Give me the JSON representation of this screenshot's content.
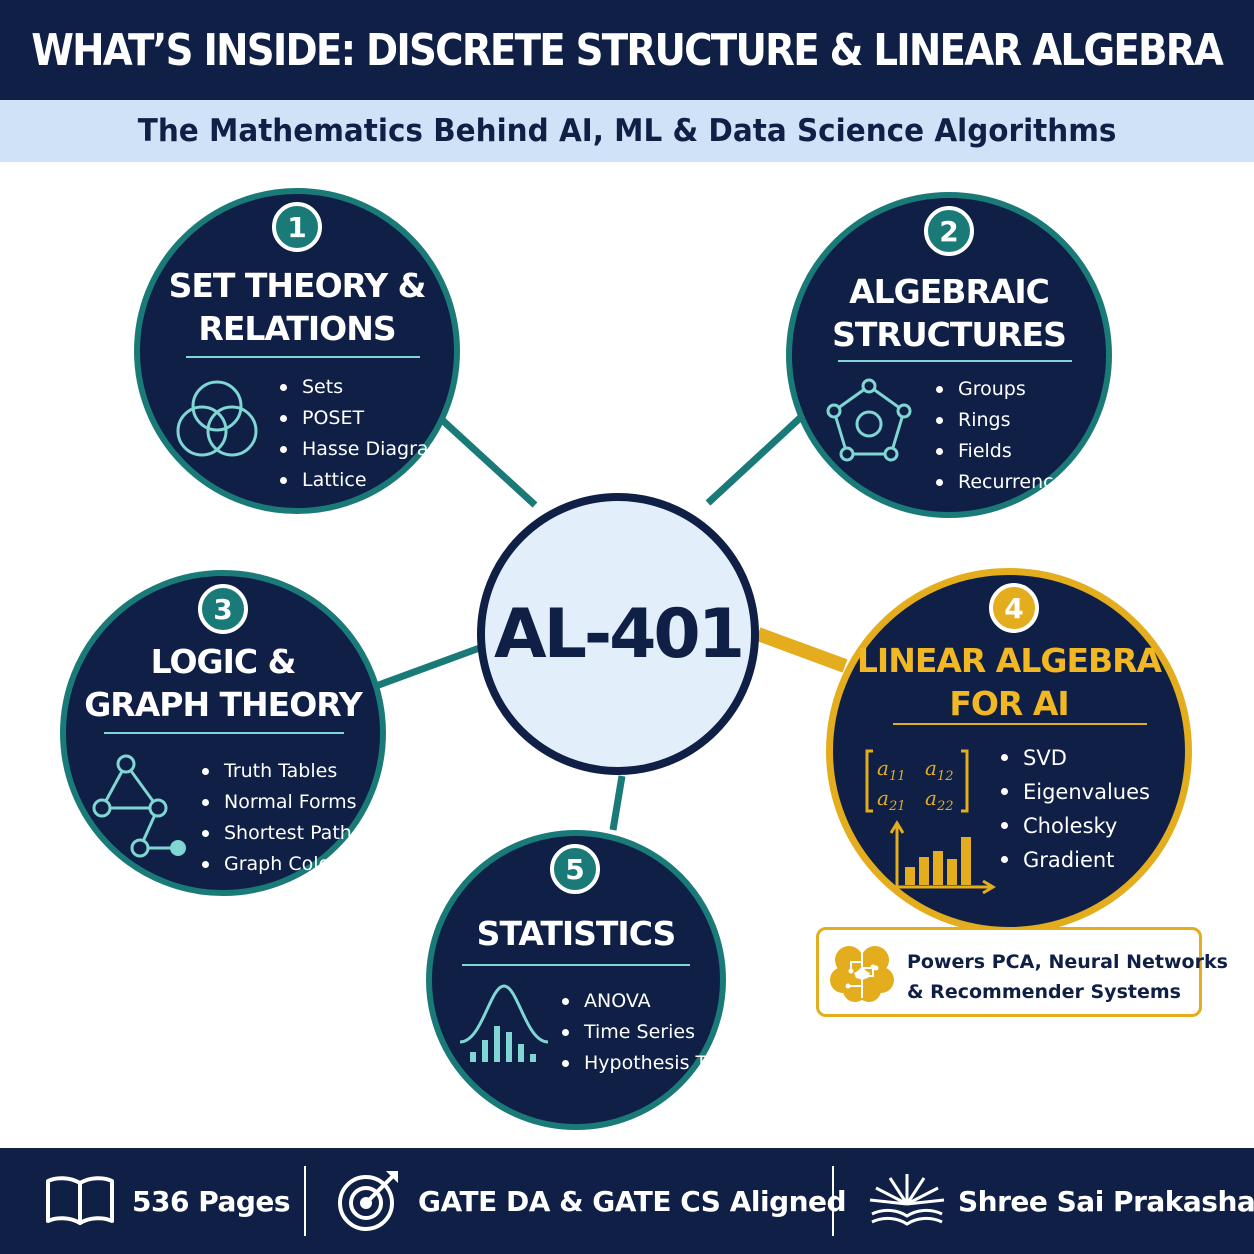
{
  "header": {
    "title": "WHAT’S INSIDE: DISCRETE STRUCTURE & LINEAR ALGEBRA"
  },
  "subheader": {
    "title": "The Mathematics Behind AI, ML & Data Science Algorithms"
  },
  "center": {
    "label": "AL-401"
  },
  "topics": [
    {
      "number": "1",
      "title_lines": [
        "SET THEORY &",
        "RELATIONS"
      ],
      "icon": "venn-diagram-icon",
      "bullets": [
        "Sets",
        "POSET",
        "Hasse Diagrams",
        "Lattice"
      ]
    },
    {
      "number": "2",
      "title_lines": [
        "ALGEBRAIC",
        "STRUCTURES"
      ],
      "icon": "pentagon-network-icon",
      "bullets": [
        "Groups",
        "Rings",
        "Fields",
        "Recurrence"
      ]
    },
    {
      "number": "3",
      "title_lines": [
        "LOGIC &",
        "GRAPH THEORY"
      ],
      "icon": "graph-nodes-icon",
      "bullets": [
        "Truth Tables",
        "Normal Forms",
        "Shortest Path",
        "Graph Colouring"
      ]
    },
    {
      "number": "4",
      "title_lines": [
        "LINEAR ALGEBRA",
        "FOR AI"
      ],
      "icon": "matrix-chart-icon",
      "bullets": [
        "SVD",
        "Eigenvalues",
        "Cholesky",
        "Gradient"
      ],
      "highlight": true,
      "matrix": {
        "a11": "a",
        "s11": "11",
        "a12": "a",
        "s12": "12",
        "a21": "a",
        "s21": "21",
        "a22": "a",
        "s22": "22"
      }
    },
    {
      "number": "5",
      "title_lines": [
        "STATISTICS"
      ],
      "icon": "bell-curve-icon",
      "bullets": [
        "ANOVA",
        "Time Series",
        "Hypothesis Testing"
      ]
    }
  ],
  "callout": {
    "icon": "brain-circuit-icon",
    "lines": [
      "Powers PCA, Neural Networks",
      "& Recommender Systems"
    ]
  },
  "footer": [
    {
      "icon": "book-icon",
      "text": "536 Pages"
    },
    {
      "icon": "target-icon",
      "text": "GATE DA & GATE CS Aligned"
    },
    {
      "icon": "publisher-logo-icon",
      "text": "Shree Sai Prakashan"
    }
  ],
  "colors": {
    "navy": "#0f1f45",
    "teal": "#1a7a78",
    "gold": "#e3ad1e",
    "light_blue": "#cfe2f7",
    "aqua": "#7fd6d2"
  }
}
